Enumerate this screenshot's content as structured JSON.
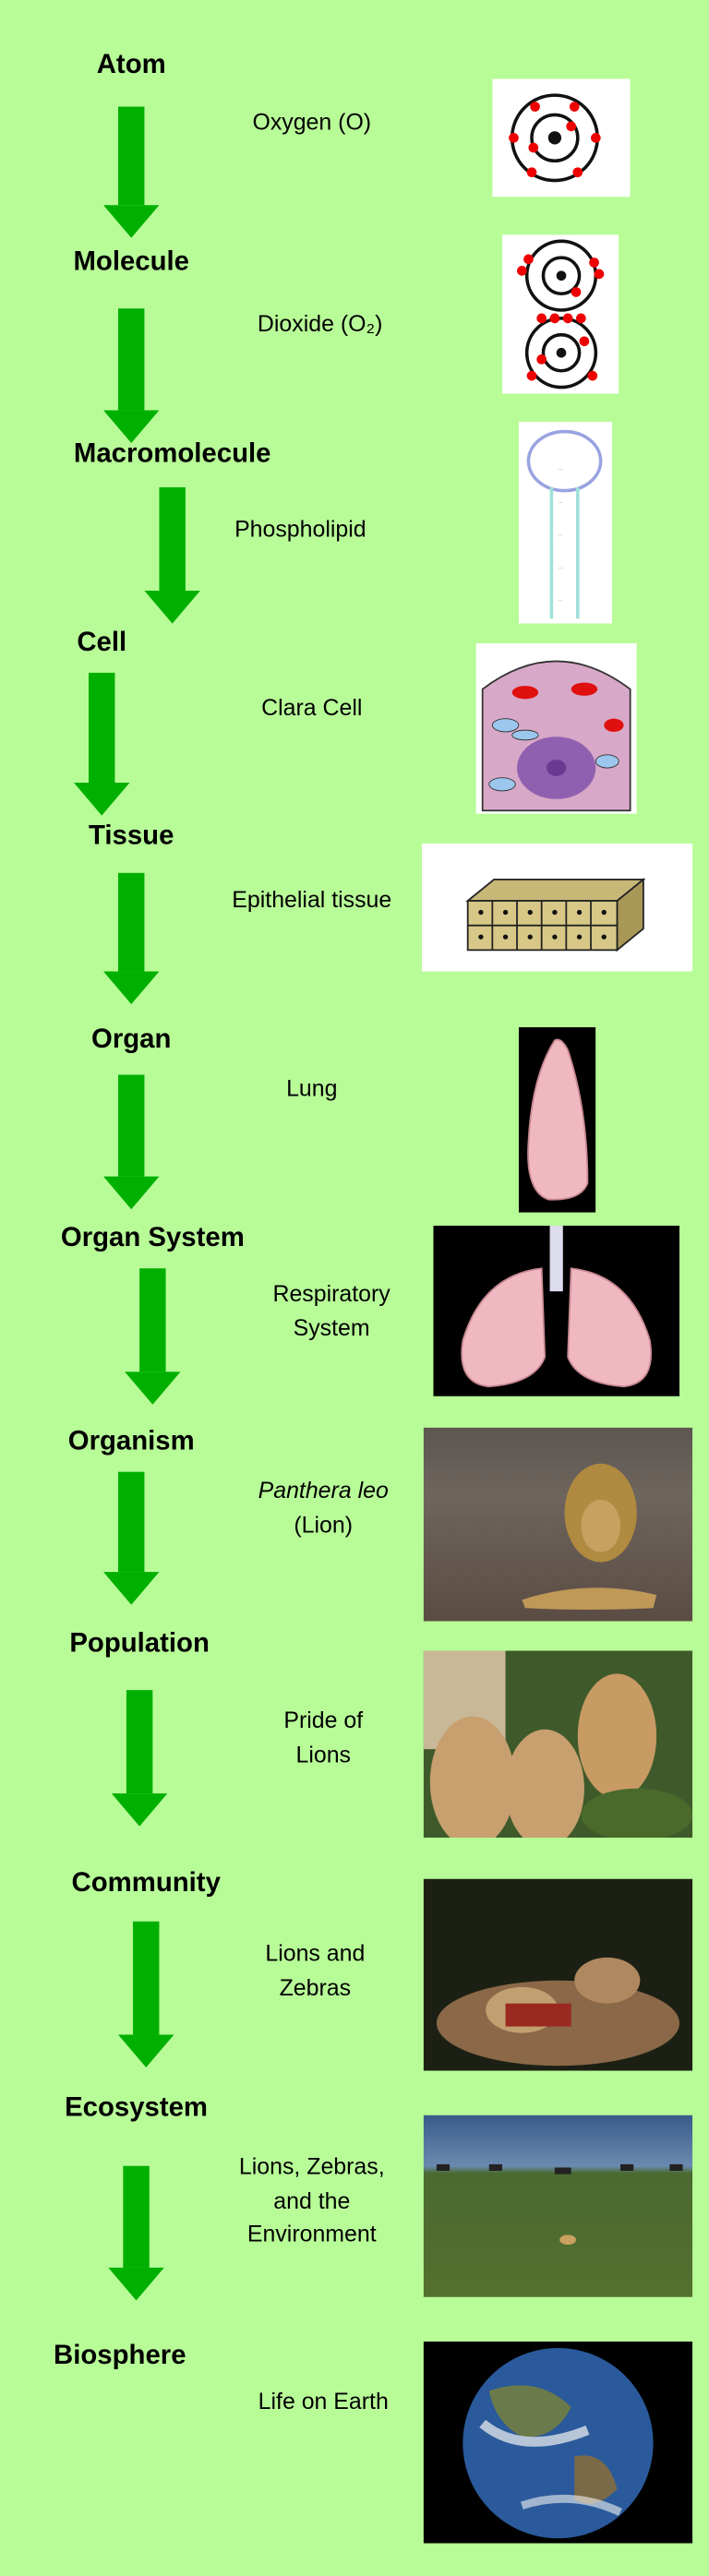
{
  "title": "Levels of Biological Organization",
  "levels": [
    {
      "label": "Atom",
      "description": [
        "Oxygen  (O)"
      ],
      "image": "oxygen-atom-diagram"
    },
    {
      "label": "Molecule",
      "description": [
        "Dioxide  (O₂)"
      ],
      "image": "oxygen-molecule-diagram"
    },
    {
      "label": "Macromolecule",
      "description": [
        "Phospholipid"
      ],
      "image": "phospholipid-diagram"
    },
    {
      "label": "Cell",
      "description": [
        "Clara Cell"
      ],
      "image": "clara-cell-diagram"
    },
    {
      "label": "Tissue",
      "description": [
        "Epithelial tissue"
      ],
      "image": "epithelial-tissue-diagram"
    },
    {
      "label": "Organ",
      "description": [
        "Lung"
      ],
      "image": "lung-image"
    },
    {
      "label": "Organ System",
      "description": [
        "Respiratory",
        "System"
      ],
      "image": "respiratory-system-image"
    },
    {
      "label": "Organism",
      "description": [
        "Panthera leo",
        "(Lion)"
      ],
      "image": "lion-photo"
    },
    {
      "label": "Population",
      "description": [
        "Pride of",
        "Lions"
      ],
      "image": "pride-of-lions-photo"
    },
    {
      "label": "Community",
      "description": [
        "Lions and",
        "Zebras"
      ],
      "image": "lions-and-zebras-photo"
    },
    {
      "label": "Ecosystem",
      "description": [
        "Lions, Zebras,",
        "and the",
        "Environment"
      ],
      "image": "savanna-ecosystem-photo"
    },
    {
      "label": "Biosphere",
      "description": [
        "Life on Earth"
      ],
      "image": "earth-photo"
    }
  ],
  "colors": {
    "background": "#b8fc98",
    "arrow": "#00b000"
  }
}
